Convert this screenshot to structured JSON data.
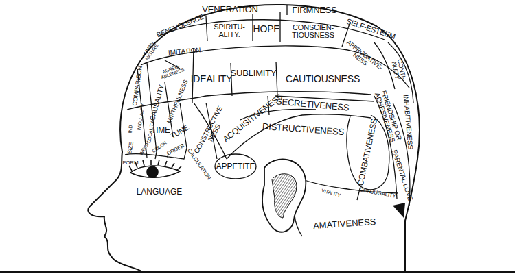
{
  "diagram": {
    "nodes": [
      {
        "text": [
          "VENERATION"
        ]
      },
      {
        "text": [
          "FIRMNESS"
        ]
      },
      {
        "text": [
          "BENEVOLENCE"
        ]
      },
      {
        "text": [
          "SPIRITU- ALITY."
        ]
      },
      {
        "text": [
          "HOPE"
        ]
      },
      {
        "text": [
          "CONSCIEN- TIOUSNESS"
        ]
      },
      {
        "text": [
          "SELF-ESTEEM"
        ]
      },
      {
        "text": [
          "HUMAN NATURE"
        ]
      },
      {
        "text": [
          "IMITATION."
        ]
      },
      {
        "text": [
          "APPROBATIVE- NESS."
        ]
      },
      {
        "text": [
          "CONTI- NUITY"
        ]
      },
      {
        "text": [
          "COMPARISON"
        ]
      },
      {
        "text": [
          "AGREE- ABLENESS"
        ]
      },
      {
        "text": [
          "IDEALITY"
        ]
      },
      {
        "text": [
          "SUBLIMITY"
        ]
      },
      {
        "text": [
          "CAUTIOUSNESS"
        ]
      },
      {
        "text": [
          "FRIENDSHIP OR ADHESIVENESS"
        ]
      },
      {
        "text": [
          "INHABITIVENESS"
        ]
      },
      {
        "text": [
          "CAUSALITY"
        ]
      },
      {
        "text": [
          "MIRTHFULNESS"
        ]
      },
      {
        "text": [
          "IND"
        ]
      },
      {
        "text": [
          "IVIDU- ALITY"
        ]
      },
      {
        "text": [
          "LOCALITY"
        ]
      },
      {
        "text": [
          "TIME"
        ]
      },
      {
        "text": [
          "TUNE"
        ]
      },
      {
        "text": [
          "CONSTRUCTIVE NESS"
        ]
      },
      {
        "text": [
          "ACQUISITIVENESS"
        ]
      },
      {
        "text": [
          "SECRETIVENESS"
        ]
      },
      {
        "text": [
          "DISTRUCTIVENESS"
        ]
      },
      {
        "text": [
          "COMBATIVENESS"
        ]
      },
      {
        "text": [
          "PARENTAL LOVE"
        ]
      },
      {
        "text": [
          "SIZE"
        ]
      },
      {
        "text": [
          "WEIGHT"
        ]
      },
      {
        "text": [
          "COLOR"
        ]
      },
      {
        "text": [
          "ORDER"
        ]
      },
      {
        "text": [
          "CALCULATION"
        ]
      },
      {
        "text": [
          "FORM"
        ]
      },
      {
        "text": [
          "APPETITE"
        ]
      },
      {
        "text": [
          "VITALITY"
        ]
      },
      {
        "text": [
          "CONJUGALITY"
        ]
      }
    ],
    "labels": [
      "LANGUAGE",
      "AMATIVENESS"
    ]
  }
}
